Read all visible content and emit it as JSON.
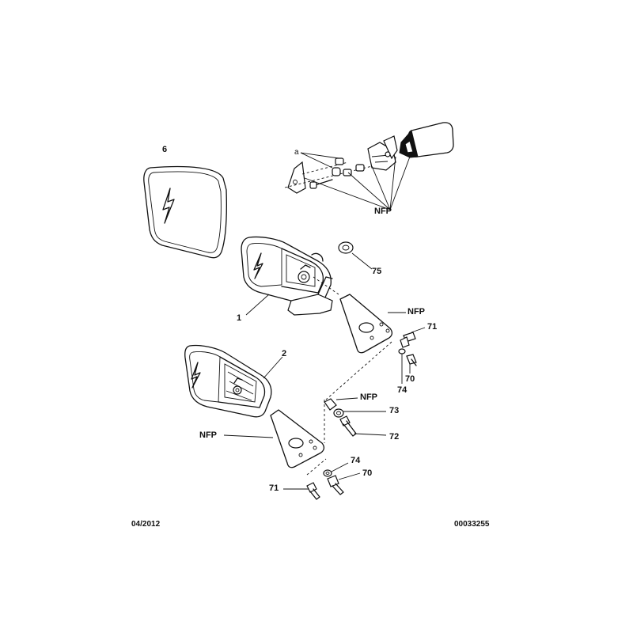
{
  "callouts": {
    "c6": "6",
    "c_a": "a",
    "nfp_top": "NFP",
    "c75": "75",
    "c1": "1",
    "nfp_mid": "NFP",
    "c71_upper": "71",
    "c74_upper": "74",
    "c70_upper": "70",
    "c2": "2",
    "nfp_bolt": "NFP",
    "c73": "73",
    "nfp_left": "NFP",
    "c72": "72",
    "c74_lower": "74",
    "c70_lower": "70",
    "c71_lower": "71"
  },
  "footer": {
    "date": "04/2012",
    "reference": "00033255"
  }
}
